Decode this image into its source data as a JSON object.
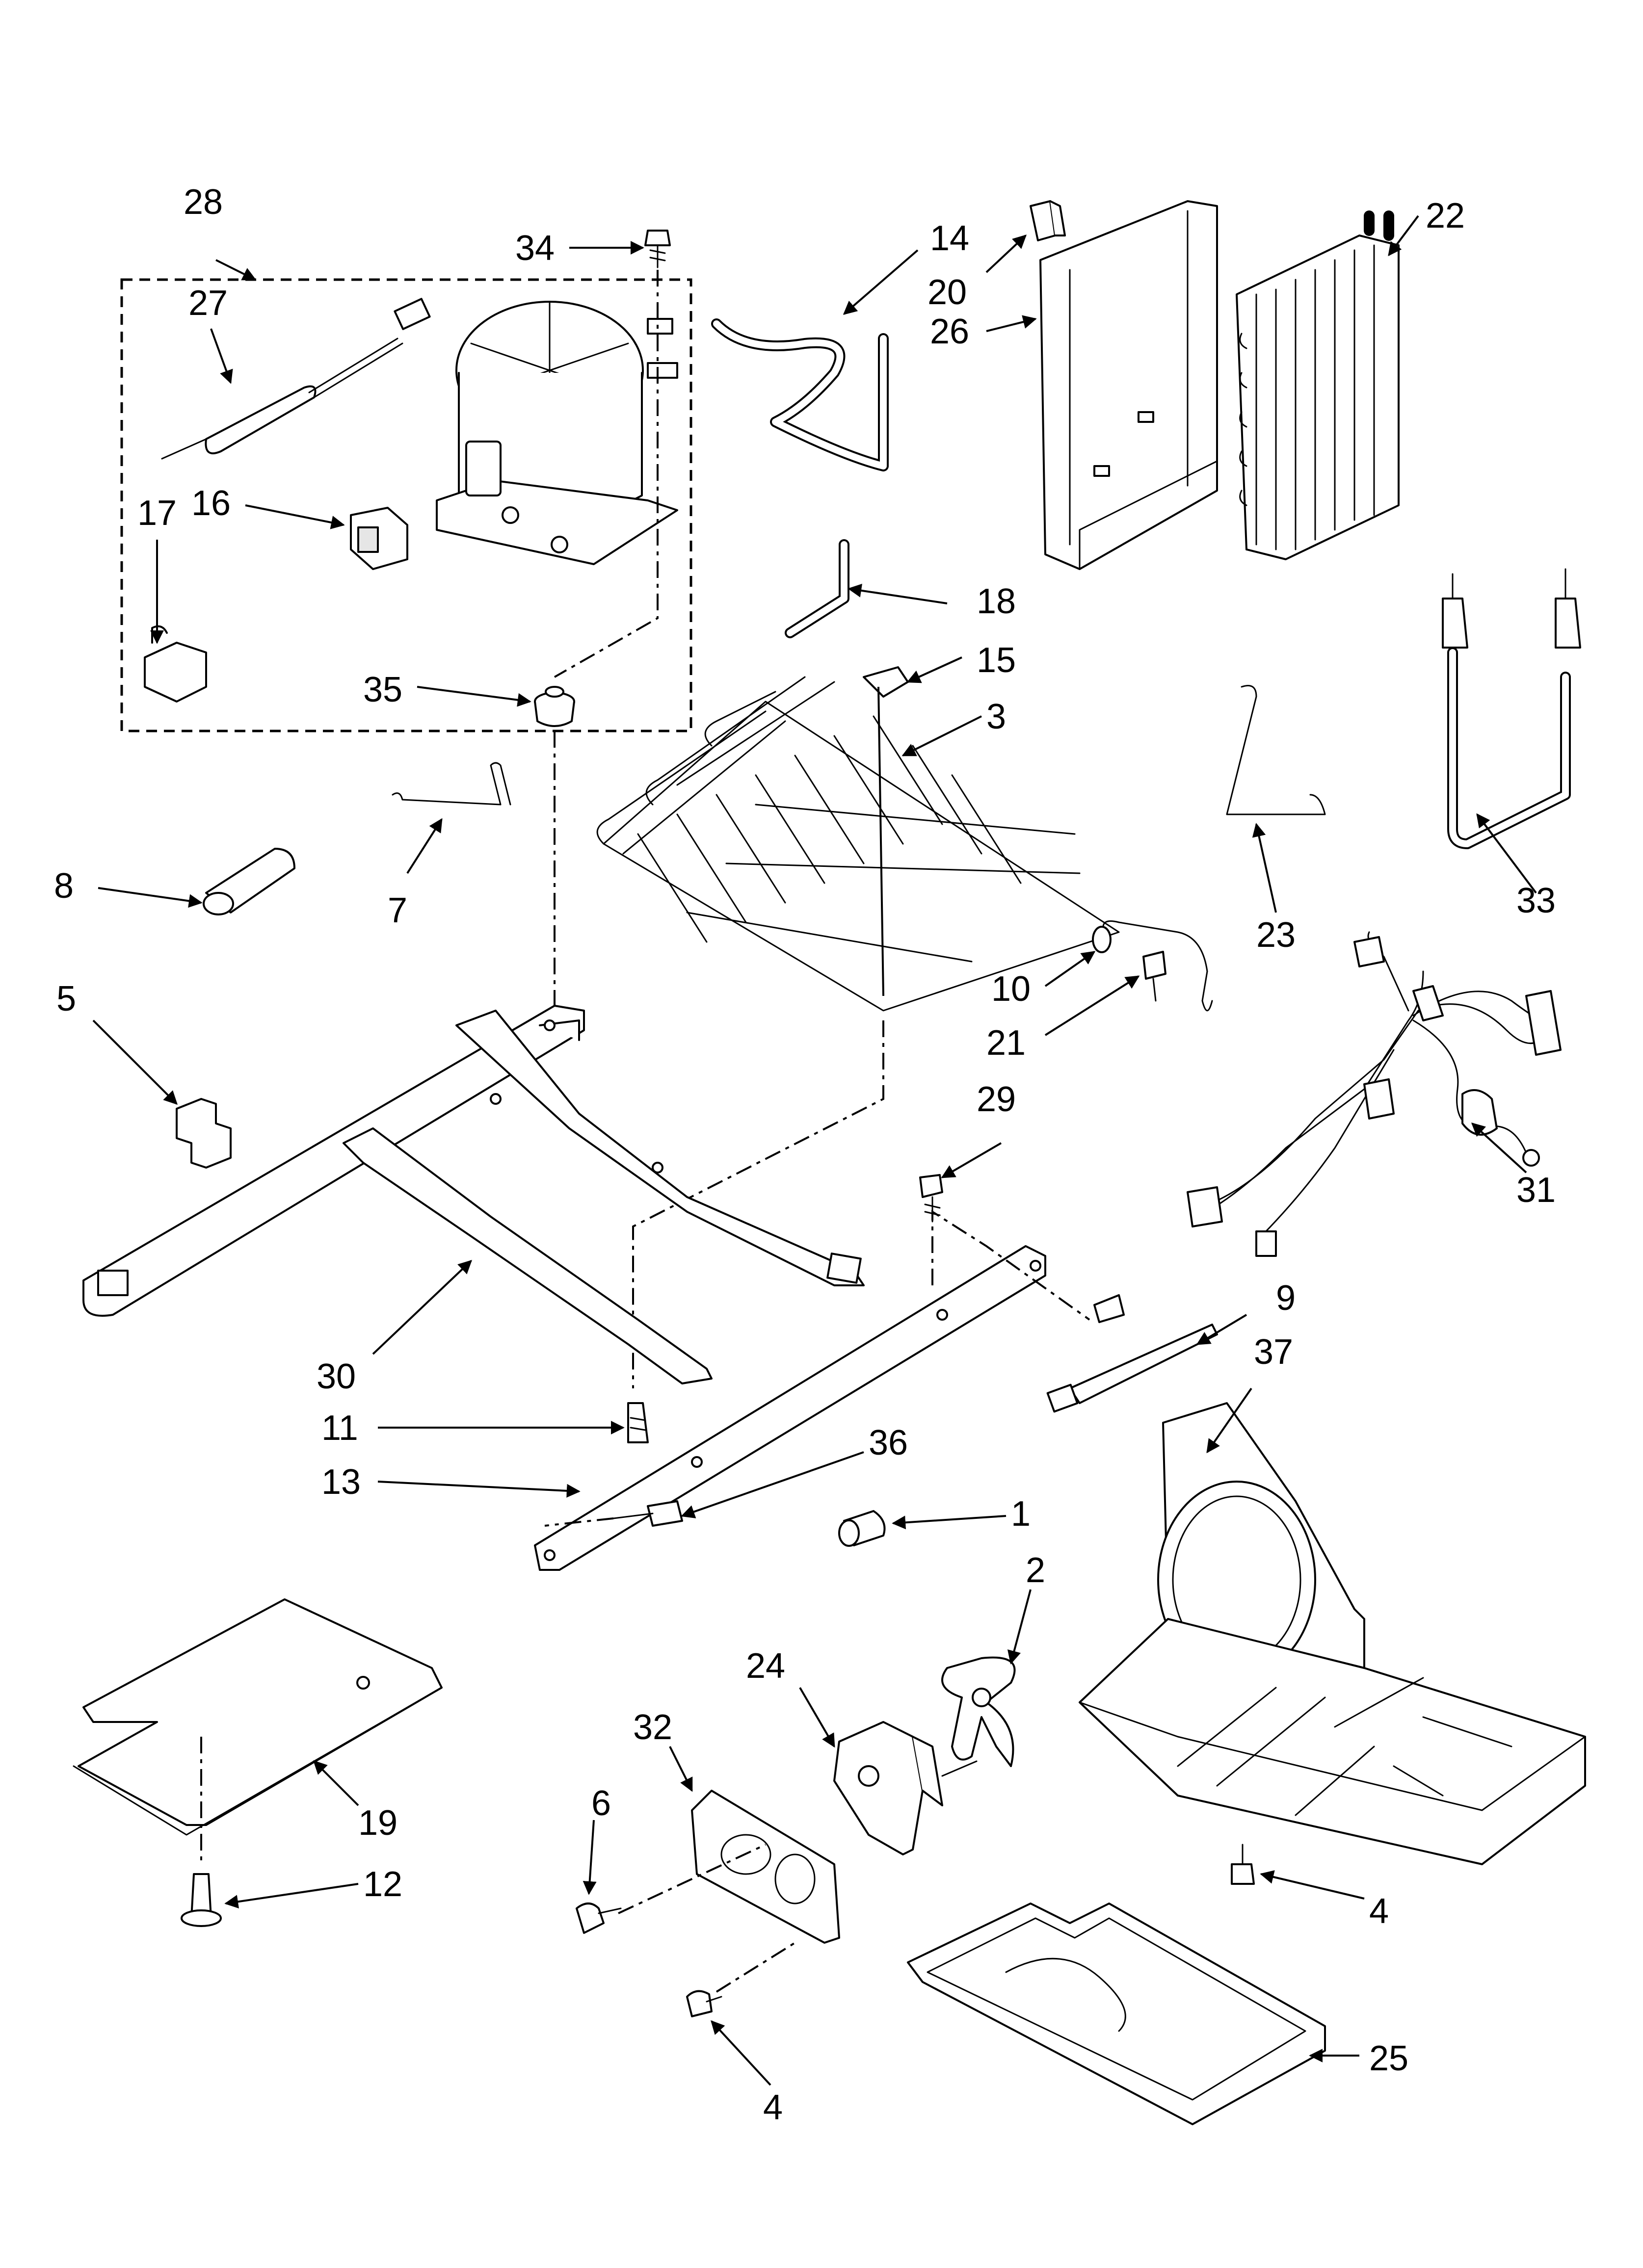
{
  "callouts": [
    {
      "id": "c28",
      "label": "28"
    },
    {
      "id": "c34",
      "label": "34"
    },
    {
      "id": "c14",
      "label": "14"
    },
    {
      "id": "c20",
      "label": "20"
    },
    {
      "id": "c22",
      "label": "22"
    },
    {
      "id": "c27",
      "label": "27"
    },
    {
      "id": "c26",
      "label": "26"
    },
    {
      "id": "c17",
      "label": "17"
    },
    {
      "id": "c16",
      "label": "16"
    },
    {
      "id": "c18",
      "label": "18"
    },
    {
      "id": "c15",
      "label": "15"
    },
    {
      "id": "c35",
      "label": "35"
    },
    {
      "id": "c3",
      "label": "3"
    },
    {
      "id": "c8",
      "label": "8"
    },
    {
      "id": "c7",
      "label": "7"
    },
    {
      "id": "c23",
      "label": "23"
    },
    {
      "id": "c33",
      "label": "33"
    },
    {
      "id": "c10",
      "label": "10"
    },
    {
      "id": "c5",
      "label": "5"
    },
    {
      "id": "c21",
      "label": "21"
    },
    {
      "id": "c29",
      "label": "29"
    },
    {
      "id": "c31",
      "label": "31"
    },
    {
      "id": "c9",
      "label": "9"
    },
    {
      "id": "c30",
      "label": "30"
    },
    {
      "id": "c37",
      "label": "37"
    },
    {
      "id": "c11",
      "label": "11"
    },
    {
      "id": "c36",
      "label": "36"
    },
    {
      "id": "c13",
      "label": "13"
    },
    {
      "id": "c1",
      "label": "1"
    },
    {
      "id": "c2",
      "label": "2"
    },
    {
      "id": "c24",
      "label": "24"
    },
    {
      "id": "c32",
      "label": "32"
    },
    {
      "id": "c19",
      "label": "19"
    },
    {
      "id": "c6",
      "label": "6"
    },
    {
      "id": "c12",
      "label": "12"
    },
    {
      "id": "c4a",
      "label": "4"
    },
    {
      "id": "c4b",
      "label": "4"
    },
    {
      "id": "c25",
      "label": "25"
    }
  ],
  "colors": {
    "ink": "#000000",
    "paper": "#ffffff",
    "shade": "#e6e6e6"
  }
}
